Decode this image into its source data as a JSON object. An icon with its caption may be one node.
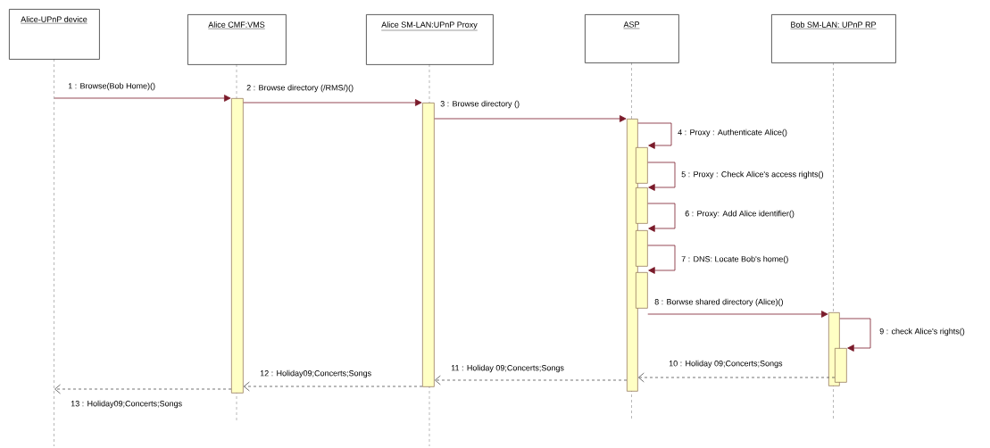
{
  "diagram": {
    "nodes": [
      {
        "text": [
          "Alice-UPnP device"
        ]
      },
      {
        "text": [
          "Alice CMF:VMS"
        ]
      },
      {
        "text": [
          "Alice SM-LAN:UPnP Proxy"
        ]
      },
      {
        "text": [
          "ASP"
        ]
      },
      {
        "text": [
          "Bob SM-LAN: UPnP RP"
        ]
      },
      {
        "text": [],
        "shape": "bar",
        "in": 1
      },
      {
        "text": [],
        "shape": "bar",
        "in": 2
      },
      {
        "text": [],
        "shape": "bar",
        "in": 3
      },
      {
        "text": [],
        "shape": "bar",
        "in": 3
      },
      {
        "text": [],
        "shape": "bar",
        "in": 3
      },
      {
        "text": [],
        "shape": "bar",
        "in": 3
      },
      {
        "text": [],
        "shape": "bar",
        "in": 3
      },
      {
        "text": [],
        "shape": "bar",
        "in": 4
      },
      {
        "text": [],
        "shape": "bar",
        "in": 4
      }
    ],
    "edges": [
      {
        "from": 0,
        "to": 5,
        "arrow": "to",
        "label": "1 : Browse(Bob Home)()"
      },
      {
        "from": 5,
        "to": 6,
        "arrow": "to",
        "label": "2 : Browse directory (/RMS/)()"
      },
      {
        "from": 6,
        "to": 7,
        "arrow": "to",
        "label": "3 : Browse directory ()"
      },
      {
        "from": 7,
        "to": 8,
        "arrow": "to",
        "label": "4 : Proxy : Authenticate Alice()"
      },
      {
        "from": 8,
        "to": 9,
        "arrow": "to",
        "label": "5 : Proxy : Check Alice's access rights()"
      },
      {
        "from": 9,
        "to": 10,
        "arrow": "to",
        "label": "6 : Proxy: Add Alice identifier()"
      },
      {
        "from": 10,
        "to": 11,
        "arrow": "to",
        "label": "7 : DNS: Locate Bob's home()"
      },
      {
        "from": 11,
        "to": 12,
        "arrow": "to",
        "label": "8 : Borwse shared directory (Alice)()"
      },
      {
        "from": 12,
        "to": 13,
        "arrow": "to",
        "label": "9 : check Alice's rights()"
      },
      {
        "from": 13,
        "to": 7,
        "arrow": "to",
        "label": "10 : Holiday 09;Concerts;Songs",
        "style": "dashed",
        "color": "#505050"
      },
      {
        "from": 7,
        "to": 6,
        "arrow": "to",
        "label": "11 : Holiday 09;Concerts;Songs",
        "style": "dashed",
        "color": "#505050"
      },
      {
        "from": 6,
        "to": 5,
        "arrow": "to",
        "label": "12 : Holiday09;Concerts;Songs",
        "style": "dashed",
        "color": "#505050"
      },
      {
        "from": 5,
        "to": 0,
        "arrow": "to",
        "label": "13 : Holiday09;Concerts;Songs",
        "style": "dashed",
        "color": "#505050"
      }
    ]
  }
}
